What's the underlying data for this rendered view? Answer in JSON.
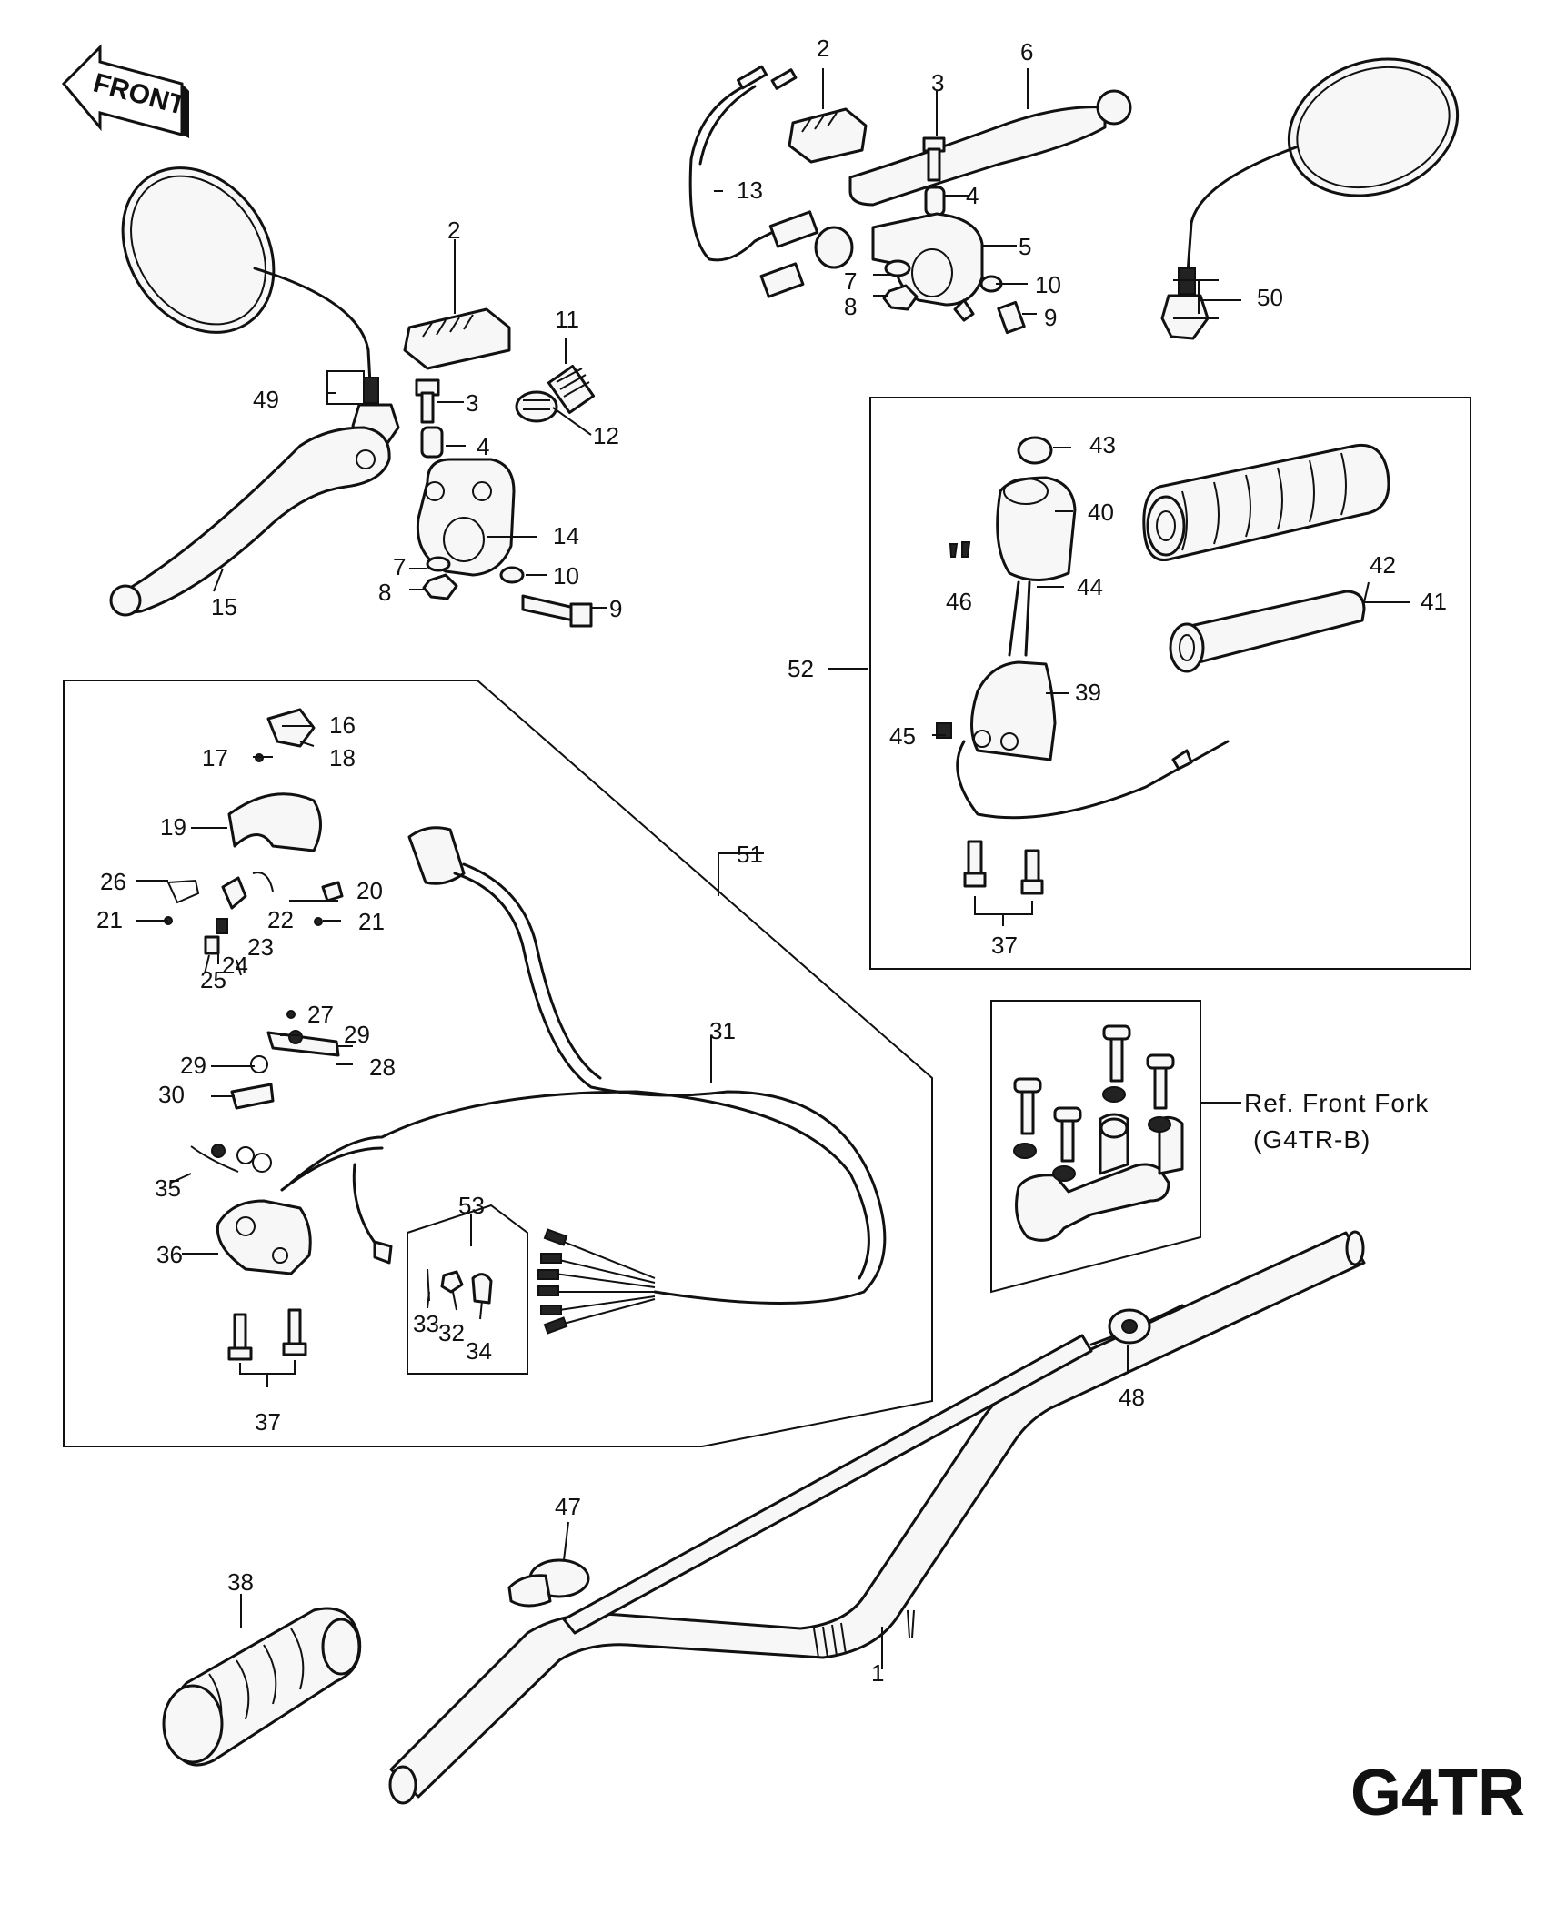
{
  "model_code": "G4TR",
  "front_label": "FRONT",
  "reference_note": {
    "line1": "Ref. Front Fork",
    "line2": "(G4TR-B)"
  },
  "callouts": [
    {
      "id": "c1",
      "text": "1"
    },
    {
      "id": "c2a",
      "text": "2"
    },
    {
      "id": "c2b",
      "text": "2"
    },
    {
      "id": "c3a",
      "text": "3"
    },
    {
      "id": "c3b",
      "text": "3"
    },
    {
      "id": "c4a",
      "text": "4"
    },
    {
      "id": "c4b",
      "text": "4"
    },
    {
      "id": "c5",
      "text": "5"
    },
    {
      "id": "c6",
      "text": "6"
    },
    {
      "id": "c7a",
      "text": "7"
    },
    {
      "id": "c7b",
      "text": "7"
    },
    {
      "id": "c8a",
      "text": "8"
    },
    {
      "id": "c8b",
      "text": "8"
    },
    {
      "id": "c9a",
      "text": "9"
    },
    {
      "id": "c9b",
      "text": "9"
    },
    {
      "id": "c10a",
      "text": "10"
    },
    {
      "id": "c10b",
      "text": "10"
    },
    {
      "id": "c11",
      "text": "11"
    },
    {
      "id": "c12",
      "text": "12"
    },
    {
      "id": "c13",
      "text": "13"
    },
    {
      "id": "c14",
      "text": "14"
    },
    {
      "id": "c15",
      "text": "15"
    },
    {
      "id": "c16",
      "text": "16"
    },
    {
      "id": "c17",
      "text": "17"
    },
    {
      "id": "c18",
      "text": "18"
    },
    {
      "id": "c19",
      "text": "19"
    },
    {
      "id": "c20",
      "text": "20"
    },
    {
      "id": "c21a",
      "text": "21"
    },
    {
      "id": "c21b",
      "text": "21"
    },
    {
      "id": "c22",
      "text": "22"
    },
    {
      "id": "c23",
      "text": "23"
    },
    {
      "id": "c24",
      "text": "24"
    },
    {
      "id": "c25",
      "text": "25"
    },
    {
      "id": "c26",
      "text": "26"
    },
    {
      "id": "c27",
      "text": "27"
    },
    {
      "id": "c28",
      "text": "28"
    },
    {
      "id": "c29a",
      "text": "29"
    },
    {
      "id": "c29b",
      "text": "29"
    },
    {
      "id": "c30",
      "text": "30"
    },
    {
      "id": "c31",
      "text": "31"
    },
    {
      "id": "c32",
      "text": "32"
    },
    {
      "id": "c33",
      "text": "33"
    },
    {
      "id": "c34",
      "text": "34"
    },
    {
      "id": "c35",
      "text": "35"
    },
    {
      "id": "c36",
      "text": "36"
    },
    {
      "id": "c37a",
      "text": "37"
    },
    {
      "id": "c37b",
      "text": "37"
    },
    {
      "id": "c38",
      "text": "38"
    },
    {
      "id": "c39",
      "text": "39"
    },
    {
      "id": "c40",
      "text": "40"
    },
    {
      "id": "c41",
      "text": "41"
    },
    {
      "id": "c42",
      "text": "42"
    },
    {
      "id": "c43",
      "text": "43"
    },
    {
      "id": "c44",
      "text": "44"
    },
    {
      "id": "c45",
      "text": "45"
    },
    {
      "id": "c46",
      "text": "46"
    },
    {
      "id": "c47",
      "text": "47"
    },
    {
      "id": "c48",
      "text": "48"
    },
    {
      "id": "c49",
      "text": "49"
    },
    {
      "id": "c50",
      "text": "50"
    },
    {
      "id": "c51",
      "text": "51"
    },
    {
      "id": "c52",
      "text": "52"
    },
    {
      "id": "c53",
      "text": "53"
    }
  ]
}
